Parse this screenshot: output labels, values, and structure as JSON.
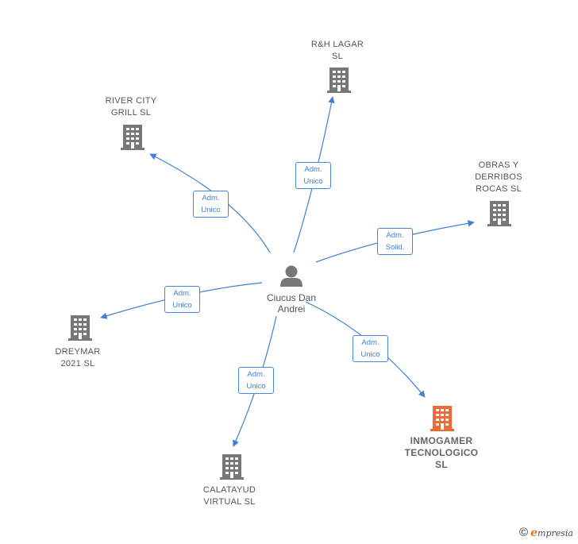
{
  "center": {
    "label": "Ciucus Dan\nAndrei",
    "icon": "person-icon"
  },
  "companies": [
    {
      "id": "rh-lagar",
      "label": "R&H LAGAR\nSL",
      "icon": "building-icon",
      "color": "#777777"
    },
    {
      "id": "river-city",
      "label": "RIVER CITY\nGRILL  SL",
      "icon": "building-icon",
      "color": "#777777"
    },
    {
      "id": "obras",
      "label": "OBRAS Y\nDERRIBOS\nROCAS  SL",
      "icon": "building-icon",
      "color": "#777777"
    },
    {
      "id": "dreymar",
      "label": "DREYMAR\n2021  SL",
      "icon": "building-icon",
      "color": "#777777"
    },
    {
      "id": "calatayud",
      "label": "CALATAYUD\nVIRTUAL SL",
      "icon": "building-icon",
      "color": "#777777"
    },
    {
      "id": "inmogamer",
      "label": "INMOGAMER\nTECNOLOGICO\nSL",
      "icon": "building-icon",
      "color": "#f06a35"
    }
  ],
  "roles": {
    "rh-lagar": "Adm.\nUnico",
    "river-city": "Adm.\nUnico",
    "obras": "Adm.\nSolid.",
    "dreymar": "Adm.\nUnico",
    "calatayud": "Adm.\nUnico",
    "inmogamer": "Adm.\nUnico"
  },
  "colors": {
    "edge": "#3f7fd6",
    "building": "#777777",
    "focus": "#f06a35",
    "person": "#777777"
  },
  "footer": {
    "copyright": "©",
    "brand_initial": "e",
    "brand_rest": "mpresia"
  }
}
